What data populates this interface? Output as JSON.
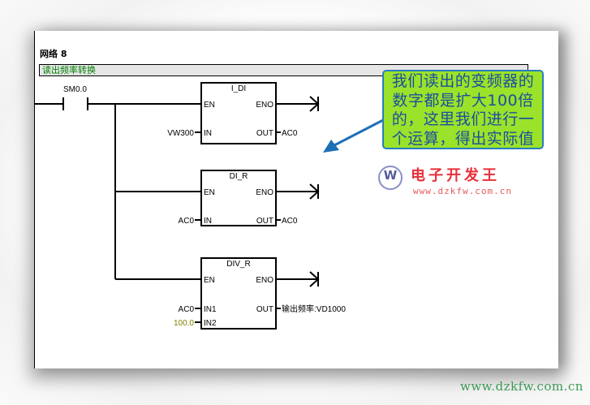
{
  "network": {
    "title": "网络 8",
    "comment": "读出频率转换"
  },
  "contact": {
    "label": "SM0.0"
  },
  "blocks": [
    {
      "name": "I_DI",
      "en": "EN",
      "eno": "ENO",
      "inputs": [
        {
          "pin": "IN",
          "operand": "VW300"
        }
      ],
      "output": {
        "pin": "OUT",
        "operand": "AC0"
      }
    },
    {
      "name": "DI_R",
      "en": "EN",
      "eno": "ENO",
      "inputs": [
        {
          "pin": "IN",
          "operand": "AC0"
        }
      ],
      "output": {
        "pin": "OUT",
        "operand": "AC0"
      }
    },
    {
      "name": "DIV_R",
      "en": "EN",
      "eno": "ENO",
      "inputs": [
        {
          "pin": "IN1",
          "operand": "AC0"
        },
        {
          "pin": "IN2",
          "operand": "100.0"
        }
      ],
      "output": {
        "pin": "OUT",
        "operand": "输出频率:VD1000"
      }
    }
  ],
  "callout": {
    "lines": [
      "我们读出的变频器的",
      "数字都是扩大100倍",
      "的，这里我们进行一",
      "个运算，得出实际值"
    ]
  },
  "logo": {
    "icon": "w-logo-icon",
    "name_cn": "电子开发王",
    "url": "www.dzkfw.com.cn"
  },
  "watermark": "www.dzkfw.com.cn",
  "colors": {
    "comment_text": "#008000",
    "constant_operand": "#808000",
    "callout_bg": "#9be22a",
    "callout_border": "#2a7dbf",
    "callout_text": "#1a4fa0",
    "arrow": "#1f6fb5",
    "logo_red": "#e8303a",
    "watermark_green": "#3e9a58"
  }
}
